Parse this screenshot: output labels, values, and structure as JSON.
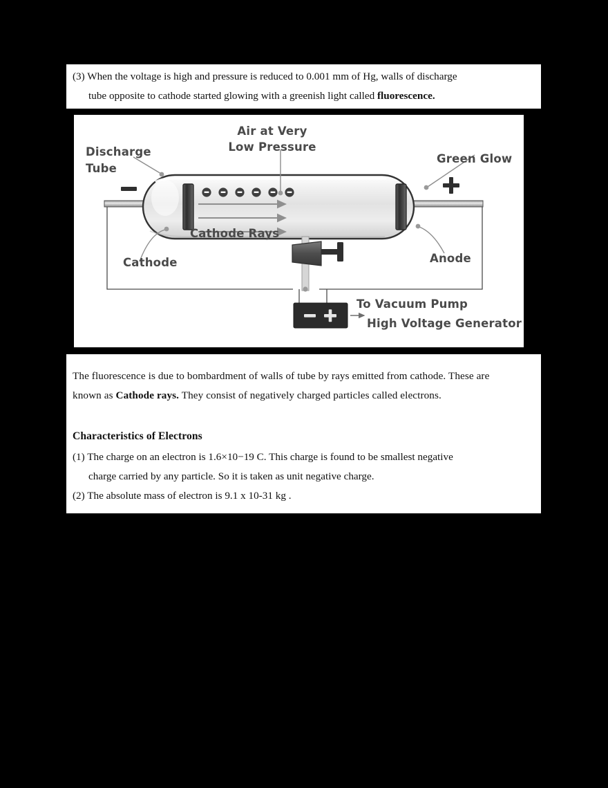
{
  "document": {
    "background_color": "#000000",
    "page_color": "#ffffff",
    "text_color": "#111111"
  },
  "top_block": {
    "item_marker": "(3)",
    "line1": "When the voltage is high and pressure is reduced to 0.001 mm of Hg, walls of discharge",
    "line2_plain": "tube opposite to cathode started glowing with a greenish light called ",
    "line2_bold": "fluorescence."
  },
  "figure": {
    "caption_labels": {
      "discharge_tube_line1": "Discharge",
      "discharge_tube_line2": "Tube",
      "air_pressure_line1": "Air at Very",
      "air_pressure_line2": "Low Pressure",
      "green_glow": "Green Glow",
      "cathode_rays": "Cathode Rays",
      "cathode": "Cathode",
      "anode": "Anode",
      "vacuum_pump": "To Vacuum Pump",
      "high_voltage_generator": "High Voltage Generator"
    },
    "terminals": {
      "negative": "–",
      "positive": "+",
      "battery_negative": "–",
      "battery_positive": "+"
    },
    "electron_count": 6,
    "ray_arrow_count": 3,
    "colors": {
      "label_text": "#4a4a4a",
      "leader_line": "#8d8d8d",
      "tube_outline": "#333333",
      "electrode": "#3d3d3d",
      "battery_body": "#2b2b2b",
      "wire": "#4a4a4a"
    }
  },
  "bottom_block": {
    "paragraph": {
      "line1": "The fluorescence is due to bombardment of walls of tube by rays emitted from cathode. These are",
      "line2_prefix": "known as ",
      "line2_bold": "Cathode rays.",
      "line2_suffix": " They consist of negatively charged particles called electrons."
    },
    "heading": "Characteristics of Electrons",
    "items": [
      {
        "marker": "(1)",
        "line1": "The charge on an electron is 1.6×10−19 C. This charge is found to be smallest negative",
        "line2": "charge carried by any particle. So it is taken as unit negative charge."
      },
      {
        "marker": "(2)",
        "line1": "The absolute mass of electron is 9.1 x 10-31 kg .",
        "line2": ""
      }
    ]
  }
}
